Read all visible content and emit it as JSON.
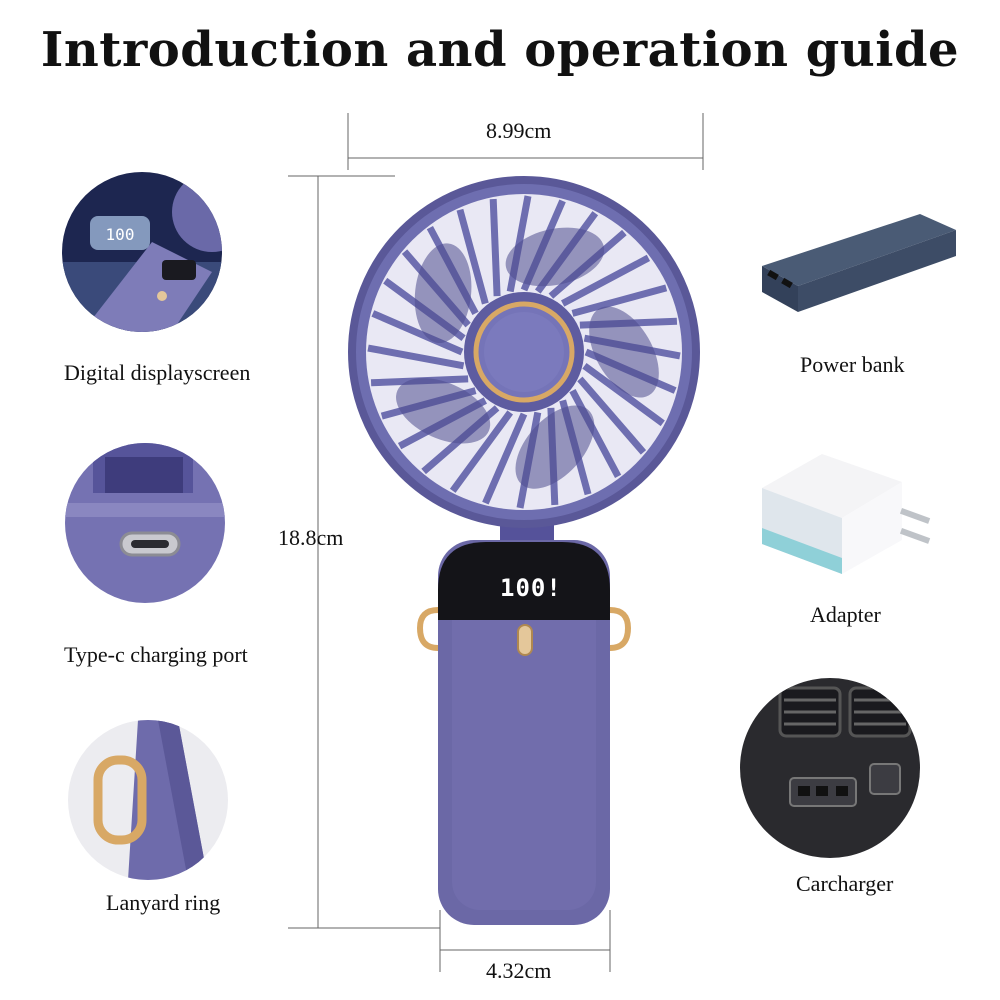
{
  "page": {
    "title": "Introduction and operation guide"
  },
  "dimensions": {
    "width_top": "8.99cm",
    "height": "18.8cm",
    "width_bottom": "4.32cm"
  },
  "features": [
    {
      "label": "Digital displayscreen",
      "icon": "display-screen-icon"
    },
    {
      "label": "Type-c charging port",
      "icon": "type-c-port-icon"
    },
    {
      "label": "Lanyard ring",
      "icon": "lanyard-ring-icon"
    }
  ],
  "charging": [
    {
      "label": "Power bank",
      "icon": "power-bank-icon"
    },
    {
      "label": "Adapter",
      "icon": "adapter-icon"
    },
    {
      "label": "Carcharger",
      "icon": "car-charger-icon"
    }
  ],
  "product": {
    "display_reading": "100!"
  },
  "colors": {
    "fan": "#6e6eb0",
    "fan_dark": "#4e4c8e",
    "body": "#6b68a6",
    "gold": "#d8a865"
  }
}
